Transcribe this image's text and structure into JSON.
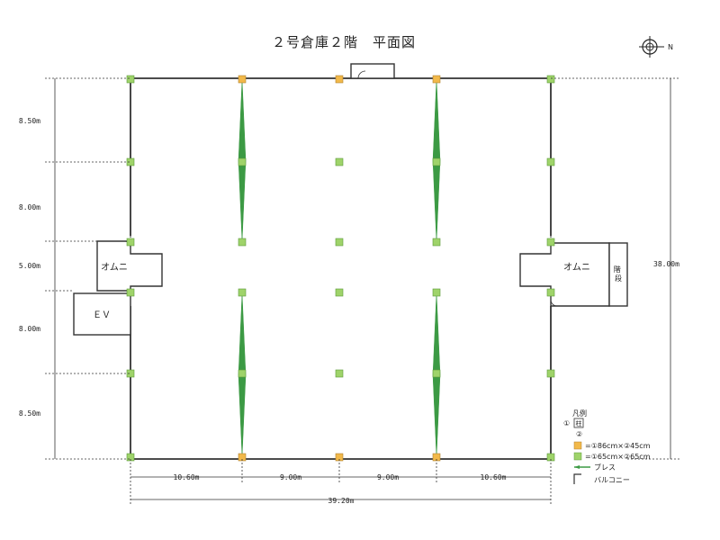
{
  "title": "２号倉庫２階　平面図",
  "compass_label": "N",
  "rooms": {
    "omuni_left": "オムニ",
    "ev": "ＥＶ",
    "omuni_right": "オムニ",
    "stairs": "階段"
  },
  "dimensions": {
    "left": [
      "8.50m",
      "8.00m",
      "5.00m",
      "8.00m",
      "8.50m"
    ],
    "right_total": "38.00m",
    "bottom": [
      "10.60m",
      "9.00m",
      "9.00m",
      "10.60m"
    ],
    "bottom_total": "39.20m"
  },
  "legend": {
    "title": "凡例",
    "sym1": "①",
    "sym2": "②",
    "box_char": "柱",
    "orange_text": "=①86cm×②45cm",
    "green_text": "=①65cm×②65cm",
    "brace_text": "ブレス",
    "balcony_text": "バルコニー"
  },
  "colors": {
    "orange_column": "#f2b94a",
    "green_column": "#9fd36a",
    "brace": "#3c9a44",
    "wall": "#333333"
  }
}
